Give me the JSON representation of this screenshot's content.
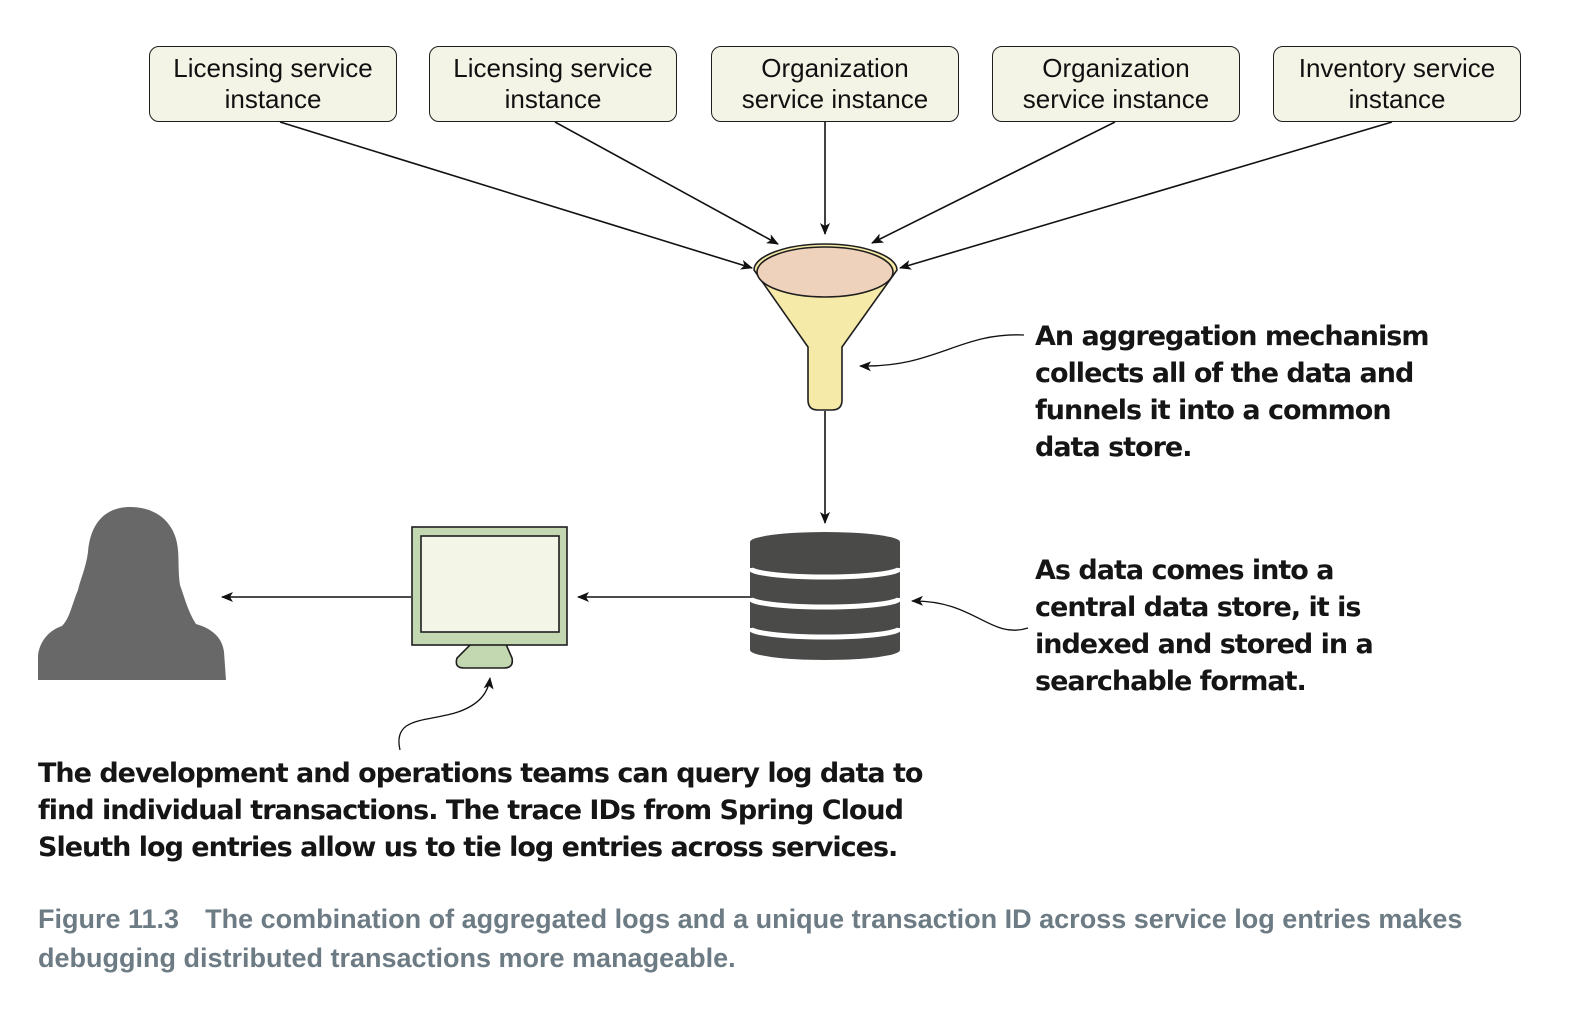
{
  "services": [
    {
      "label": "Licensing service instance"
    },
    {
      "label": "Licensing service instance"
    },
    {
      "label": "Organization service instance"
    },
    {
      "label": "Organization service instance"
    },
    {
      "label": "Inventory service instance"
    }
  ],
  "callouts": {
    "aggregation": "An aggregation mechanism collects all of the data and funnels it into a common data store.",
    "datastore": "As data comes into a central data store, it is indexed and stored in a searchable format.",
    "teams": "The development and operations teams can query log data to find individual transactions. The trace IDs from Spring Cloud Sleuth log entries allow us to tie log entries across services."
  },
  "caption": {
    "figure_number": "Figure 11.3",
    "text": "The combination of aggregated logs and a unique transaction ID across service log entries makes debugging distributed transactions more manageable."
  },
  "icons": {
    "funnel": "funnel-icon",
    "database": "database-icon",
    "monitor": "monitor-icon",
    "person": "person-silhouette-icon"
  },
  "colors": {
    "box_fill": "#f4f4e6",
    "funnel_fill": "#f6eaa8",
    "funnel_mouth": "#efd2bb",
    "database": "#4a4a48",
    "monitor_frame": "#c3d8b0",
    "monitor_screen": "#f3f5e6",
    "person": "#686868",
    "caption": "#6c7b84"
  }
}
